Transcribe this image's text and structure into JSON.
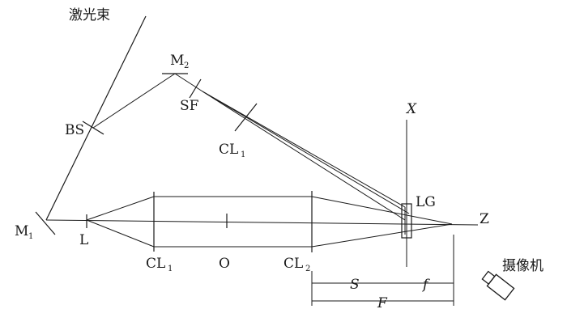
{
  "labels": {
    "laser_beam": "激光束",
    "m1": "M",
    "m1_sub": "1",
    "m2": "M",
    "m2_sub": "2",
    "bs": "BS",
    "sf": "SF",
    "cl_top": "CL",
    "cl_top_sub": "1",
    "l": "L",
    "cl1": "CL",
    "cl1_sub": "1",
    "o": "O",
    "cl2": "CL",
    "cl2_sub": "2",
    "lg": "LG",
    "x_axis": "X",
    "z_axis": "Z",
    "s": "S",
    "f_small": "f",
    "f_big": "F",
    "camera": "摄像机"
  }
}
